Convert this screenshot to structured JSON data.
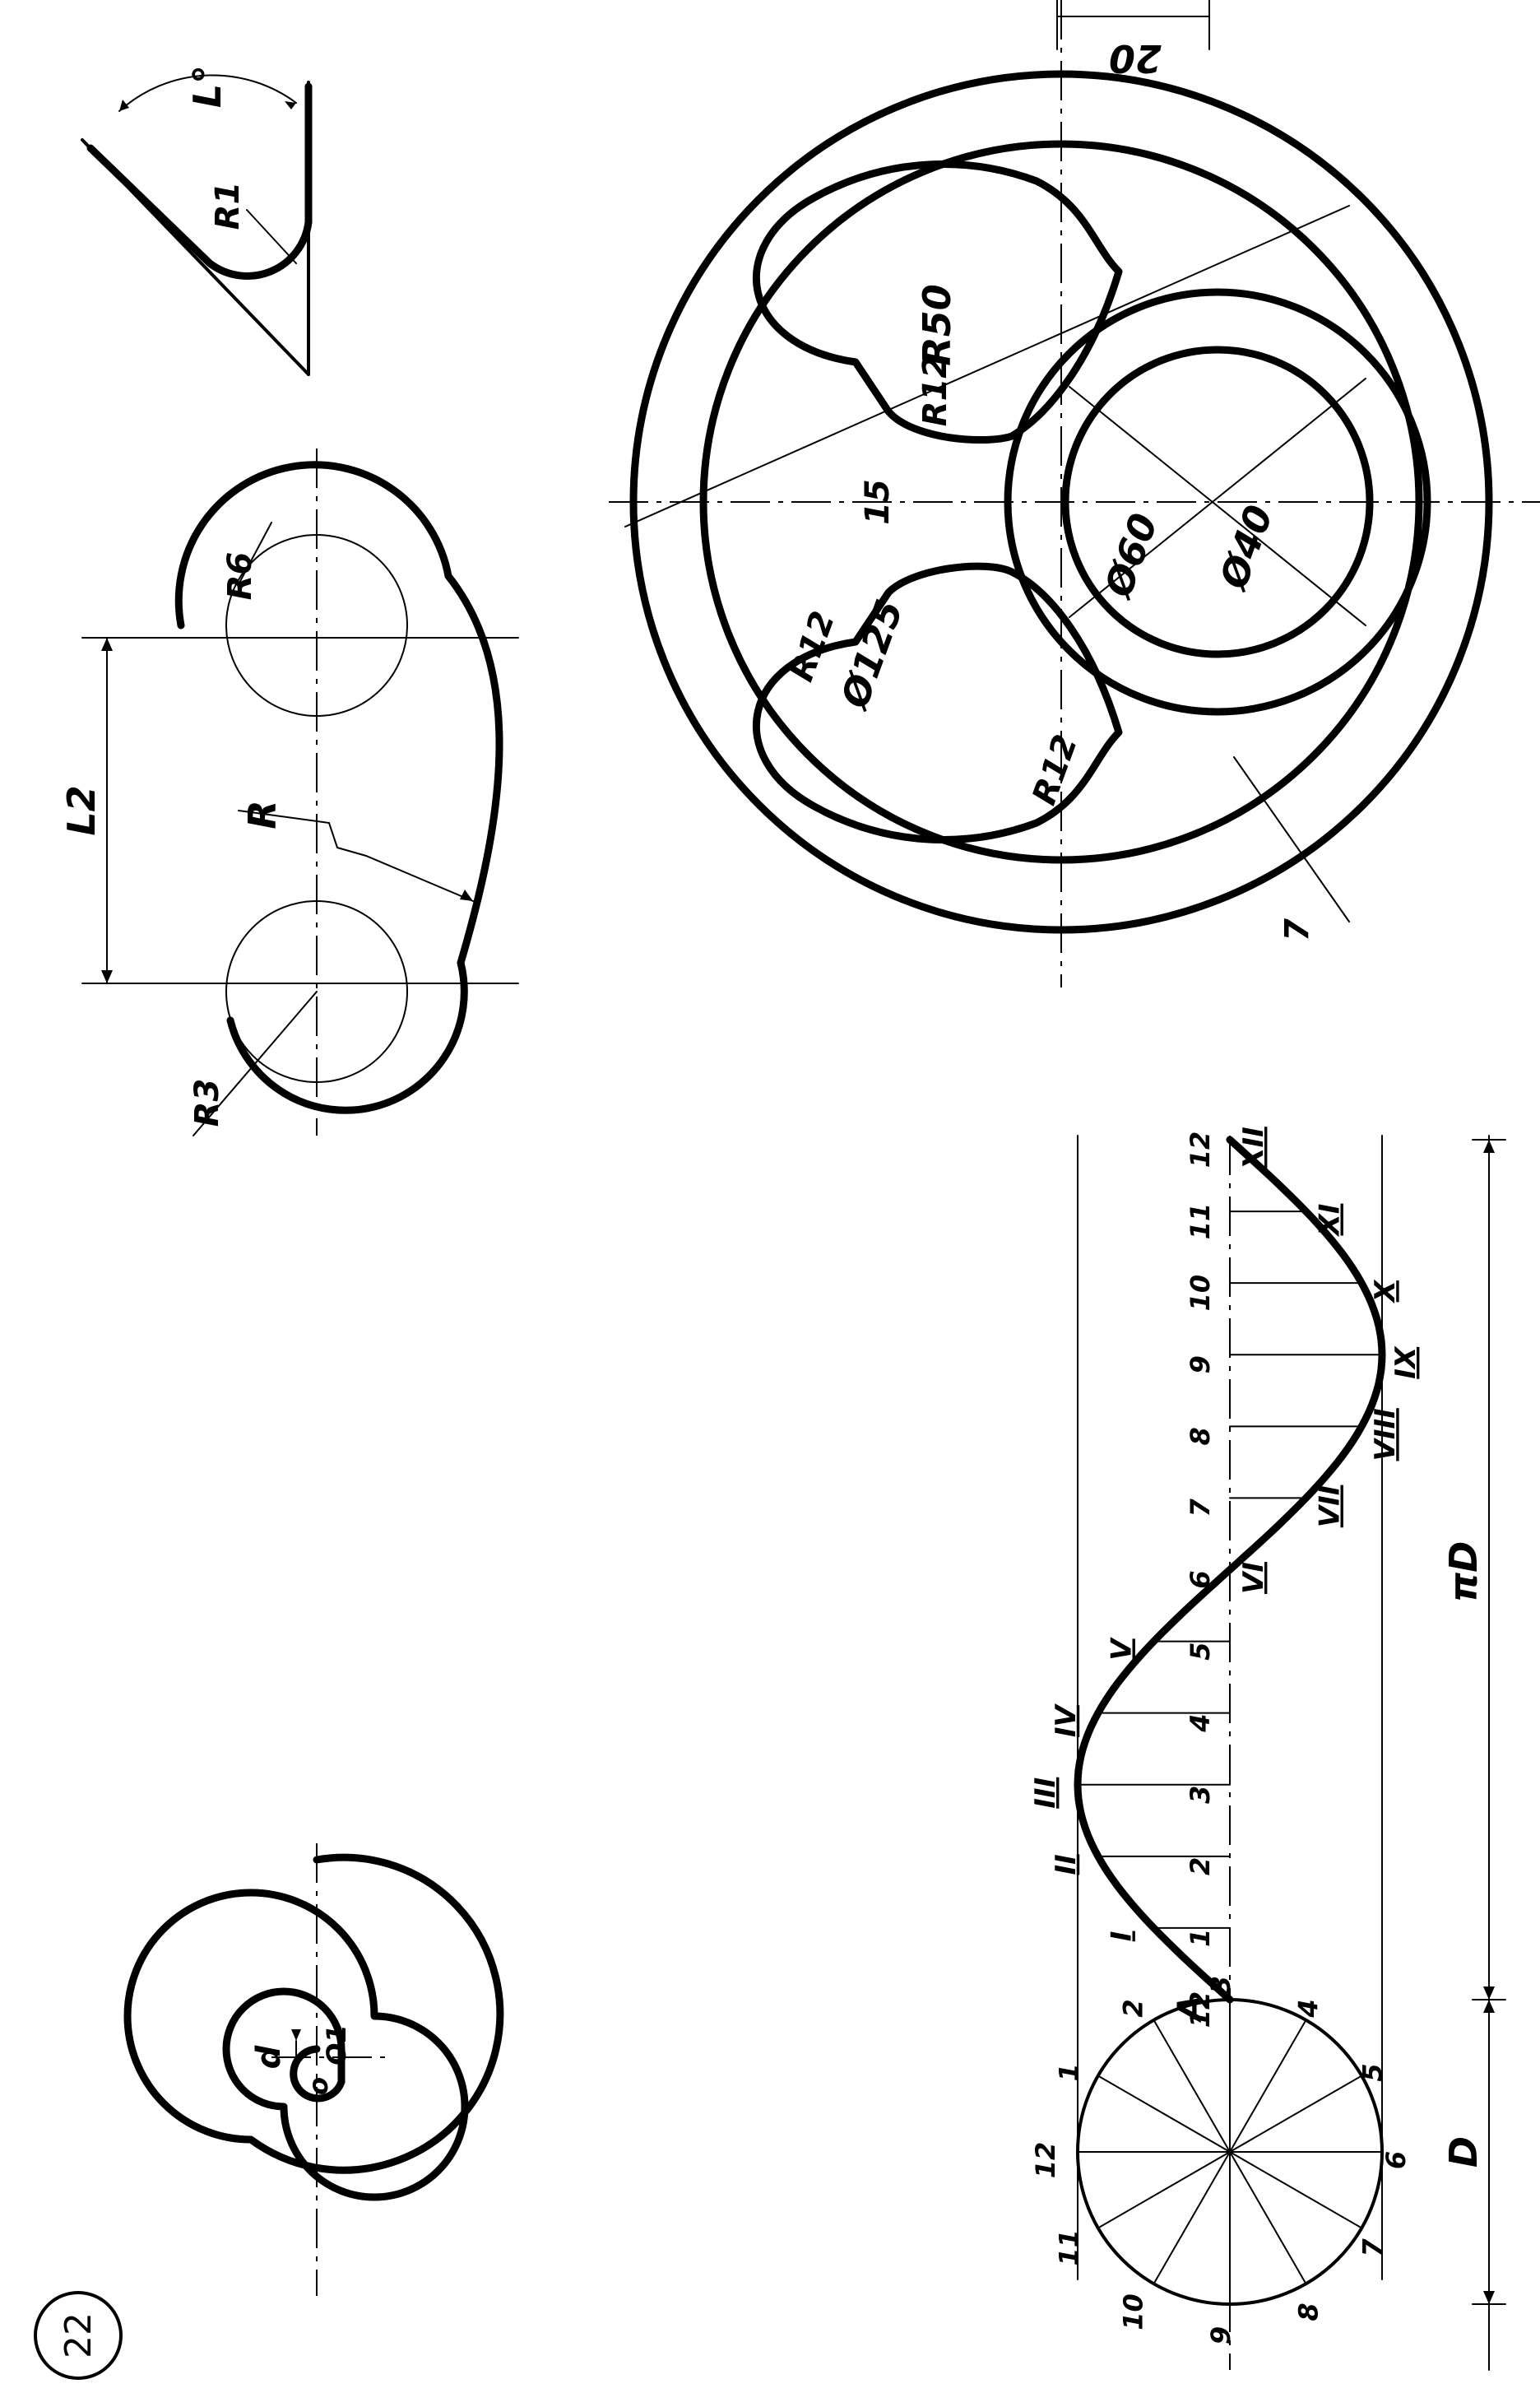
{
  "page_number": "22",
  "spiral": {
    "label_d": "d",
    "label_o": "o",
    "label_o1": "O1"
  },
  "corner_fillet": {
    "label_alpha": "L°",
    "label_r1": "R1"
  },
  "tangent_circles": {
    "label_l2": "L2",
    "label_r": "R",
    "label_r6": "R6",
    "label_r3": "R3"
  },
  "flange": {
    "label_20": "20",
    "label_r50": "R50",
    "label_r12_top": "R12",
    "label_15": "15",
    "label_r12_left": "R12",
    "label_d125": "Ø125",
    "label_d60": "Ø60",
    "label_d40": "Ø40",
    "label_r12_bottom": "R12",
    "label_7": "7"
  },
  "sinusoid": {
    "circle_numbers": [
      "12",
      "1",
      "2",
      "3",
      "4",
      "5",
      "6",
      "7",
      "8",
      "9",
      "10",
      "11"
    ],
    "label_a": "A",
    "axis_numbers": [
      "12",
      "1",
      "2",
      "3",
      "4",
      "5",
      "6",
      "7",
      "8",
      "9",
      "10",
      "11",
      "12"
    ],
    "roman_points": [
      "I",
      "II",
      "III",
      "IV",
      "V",
      "VI",
      "VII",
      "VIII",
      "IX",
      "X",
      "XI",
      "XII"
    ],
    "label_pi_d": "πD",
    "label_d": "D"
  }
}
